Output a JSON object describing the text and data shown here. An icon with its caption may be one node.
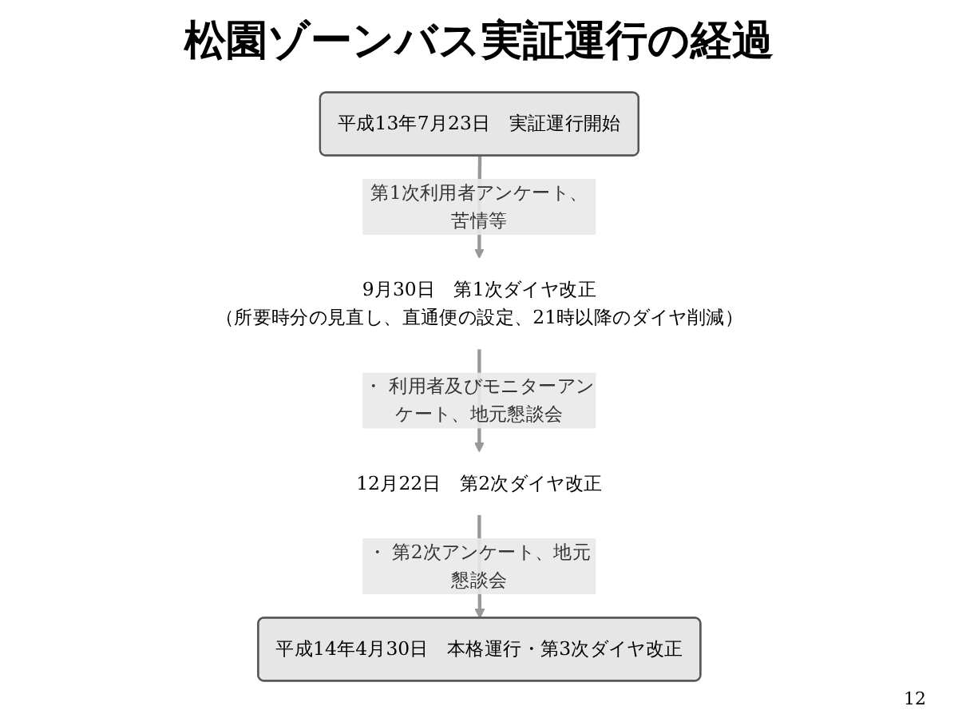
{
  "diagram": {
    "title": "松園ゾーンバス実証運行の経過",
    "nodes": [
      {
        "text": [
          "平成13年7月23日　実証運行開始"
        ]
      },
      {
        "text": [
          "9月30日　第1次ダイヤ改正",
          "（所要時分の見直し、直通便の設定、21時以降のダイヤ削減）"
        ]
      },
      {
        "text": [
          "12月22日　第2次ダイヤ改正"
        ]
      },
      {
        "text": [
          "平成14年4月30日　本格運行・第3次ダイヤ改正"
        ]
      }
    ],
    "edges": [
      {
        "from": 0,
        "to": 1,
        "arrow": "to",
        "label": "第1次利用者アンケート、苦情等"
      },
      {
        "from": 1,
        "to": 2,
        "arrow": "to",
        "label": "・ 利用者及びモニターアンケート、地元懇談会"
      },
      {
        "from": 2,
        "to": 3,
        "arrow": "to",
        "label": "・ 第2次アンケート、地元懇談会"
      }
    ],
    "labels": [
      "12"
    ]
  }
}
